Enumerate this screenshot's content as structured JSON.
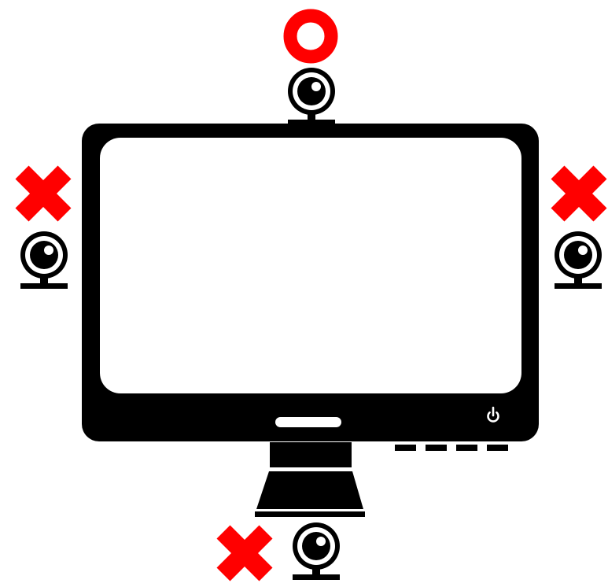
{
  "diagram": {
    "background_color": "#ffffff",
    "ink_color": "#000000",
    "accent_color": "#ff0000",
    "monitor": {
      "icon": "monitor-icon",
      "screen_color": "#ffffff",
      "has_power_button": true,
      "button_dash_count": 4
    },
    "webcam_placements": [
      {
        "position": "top",
        "mark": "correct",
        "mark_icon": "circle-o-icon",
        "webcam_icon": "webcam-icon"
      },
      {
        "position": "left",
        "mark": "incorrect",
        "mark_icon": "cross-x-icon",
        "webcam_icon": "webcam-icon"
      },
      {
        "position": "right",
        "mark": "incorrect",
        "mark_icon": "cross-x-icon",
        "webcam_icon": "webcam-icon"
      },
      {
        "position": "bottom",
        "mark": "incorrect",
        "mark_icon": "cross-x-icon",
        "webcam_icon": "webcam-icon"
      }
    ]
  }
}
